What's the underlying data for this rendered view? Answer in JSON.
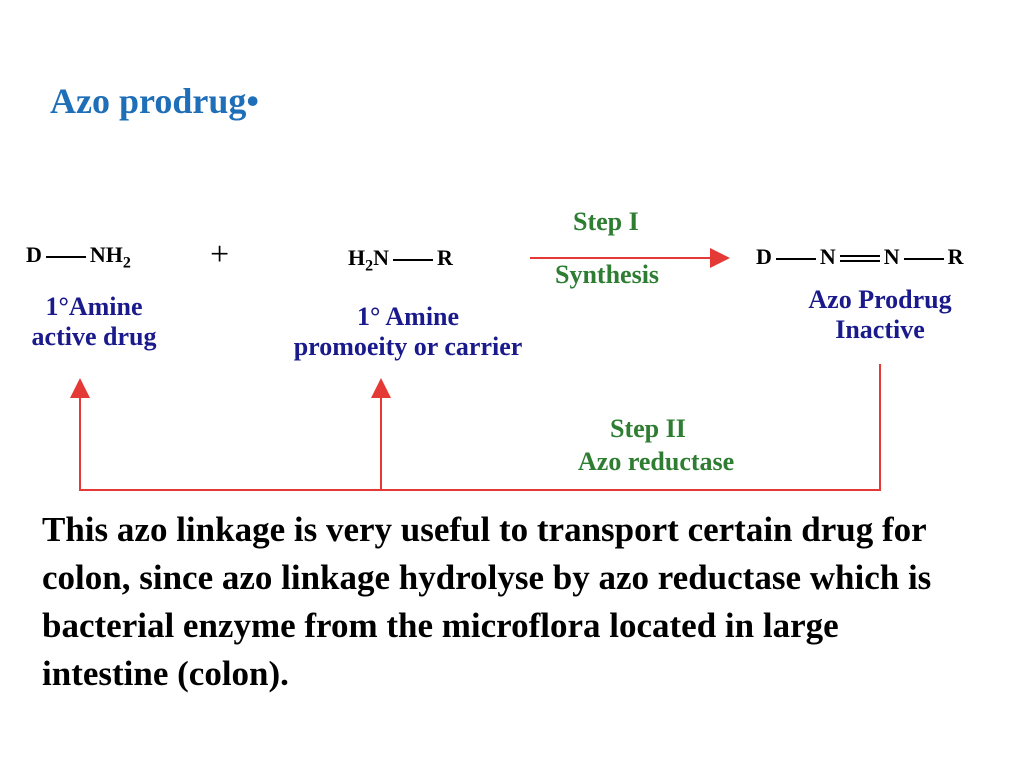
{
  "title": "Azo prodrug•",
  "reactant1": {
    "d": "D",
    "nh": "NH",
    "sub": "2",
    "label_line1": "1°Amine",
    "label_line2": "active drug"
  },
  "plus": "+",
  "reactant2": {
    "h": "H",
    "sub": "2",
    "n": "N",
    "r": "R",
    "label_line1": "1° Amine",
    "label_line2": "promoeity or carrier"
  },
  "step1": {
    "title": "Step I",
    "subtitle": "Synthesis"
  },
  "product": {
    "d": "D",
    "n1": "N",
    "n2": "N",
    "r": "R",
    "label_line1": "Azo Prodrug",
    "label_line2": "Inactive"
  },
  "step2": {
    "title": "Step II",
    "subtitle": "Azo reductase"
  },
  "paragraph": "This azo linkage is very useful to transport certain drug for colon, since azo linkage hydrolyse by azo reductase which is bacterial enzyme from the microflora located in large intestine (colon).",
  "colors": {
    "title": "#1f6fb8",
    "labels": "#1a1a8c",
    "steps": "#2e7d32",
    "arrows": "#e53935"
  }
}
